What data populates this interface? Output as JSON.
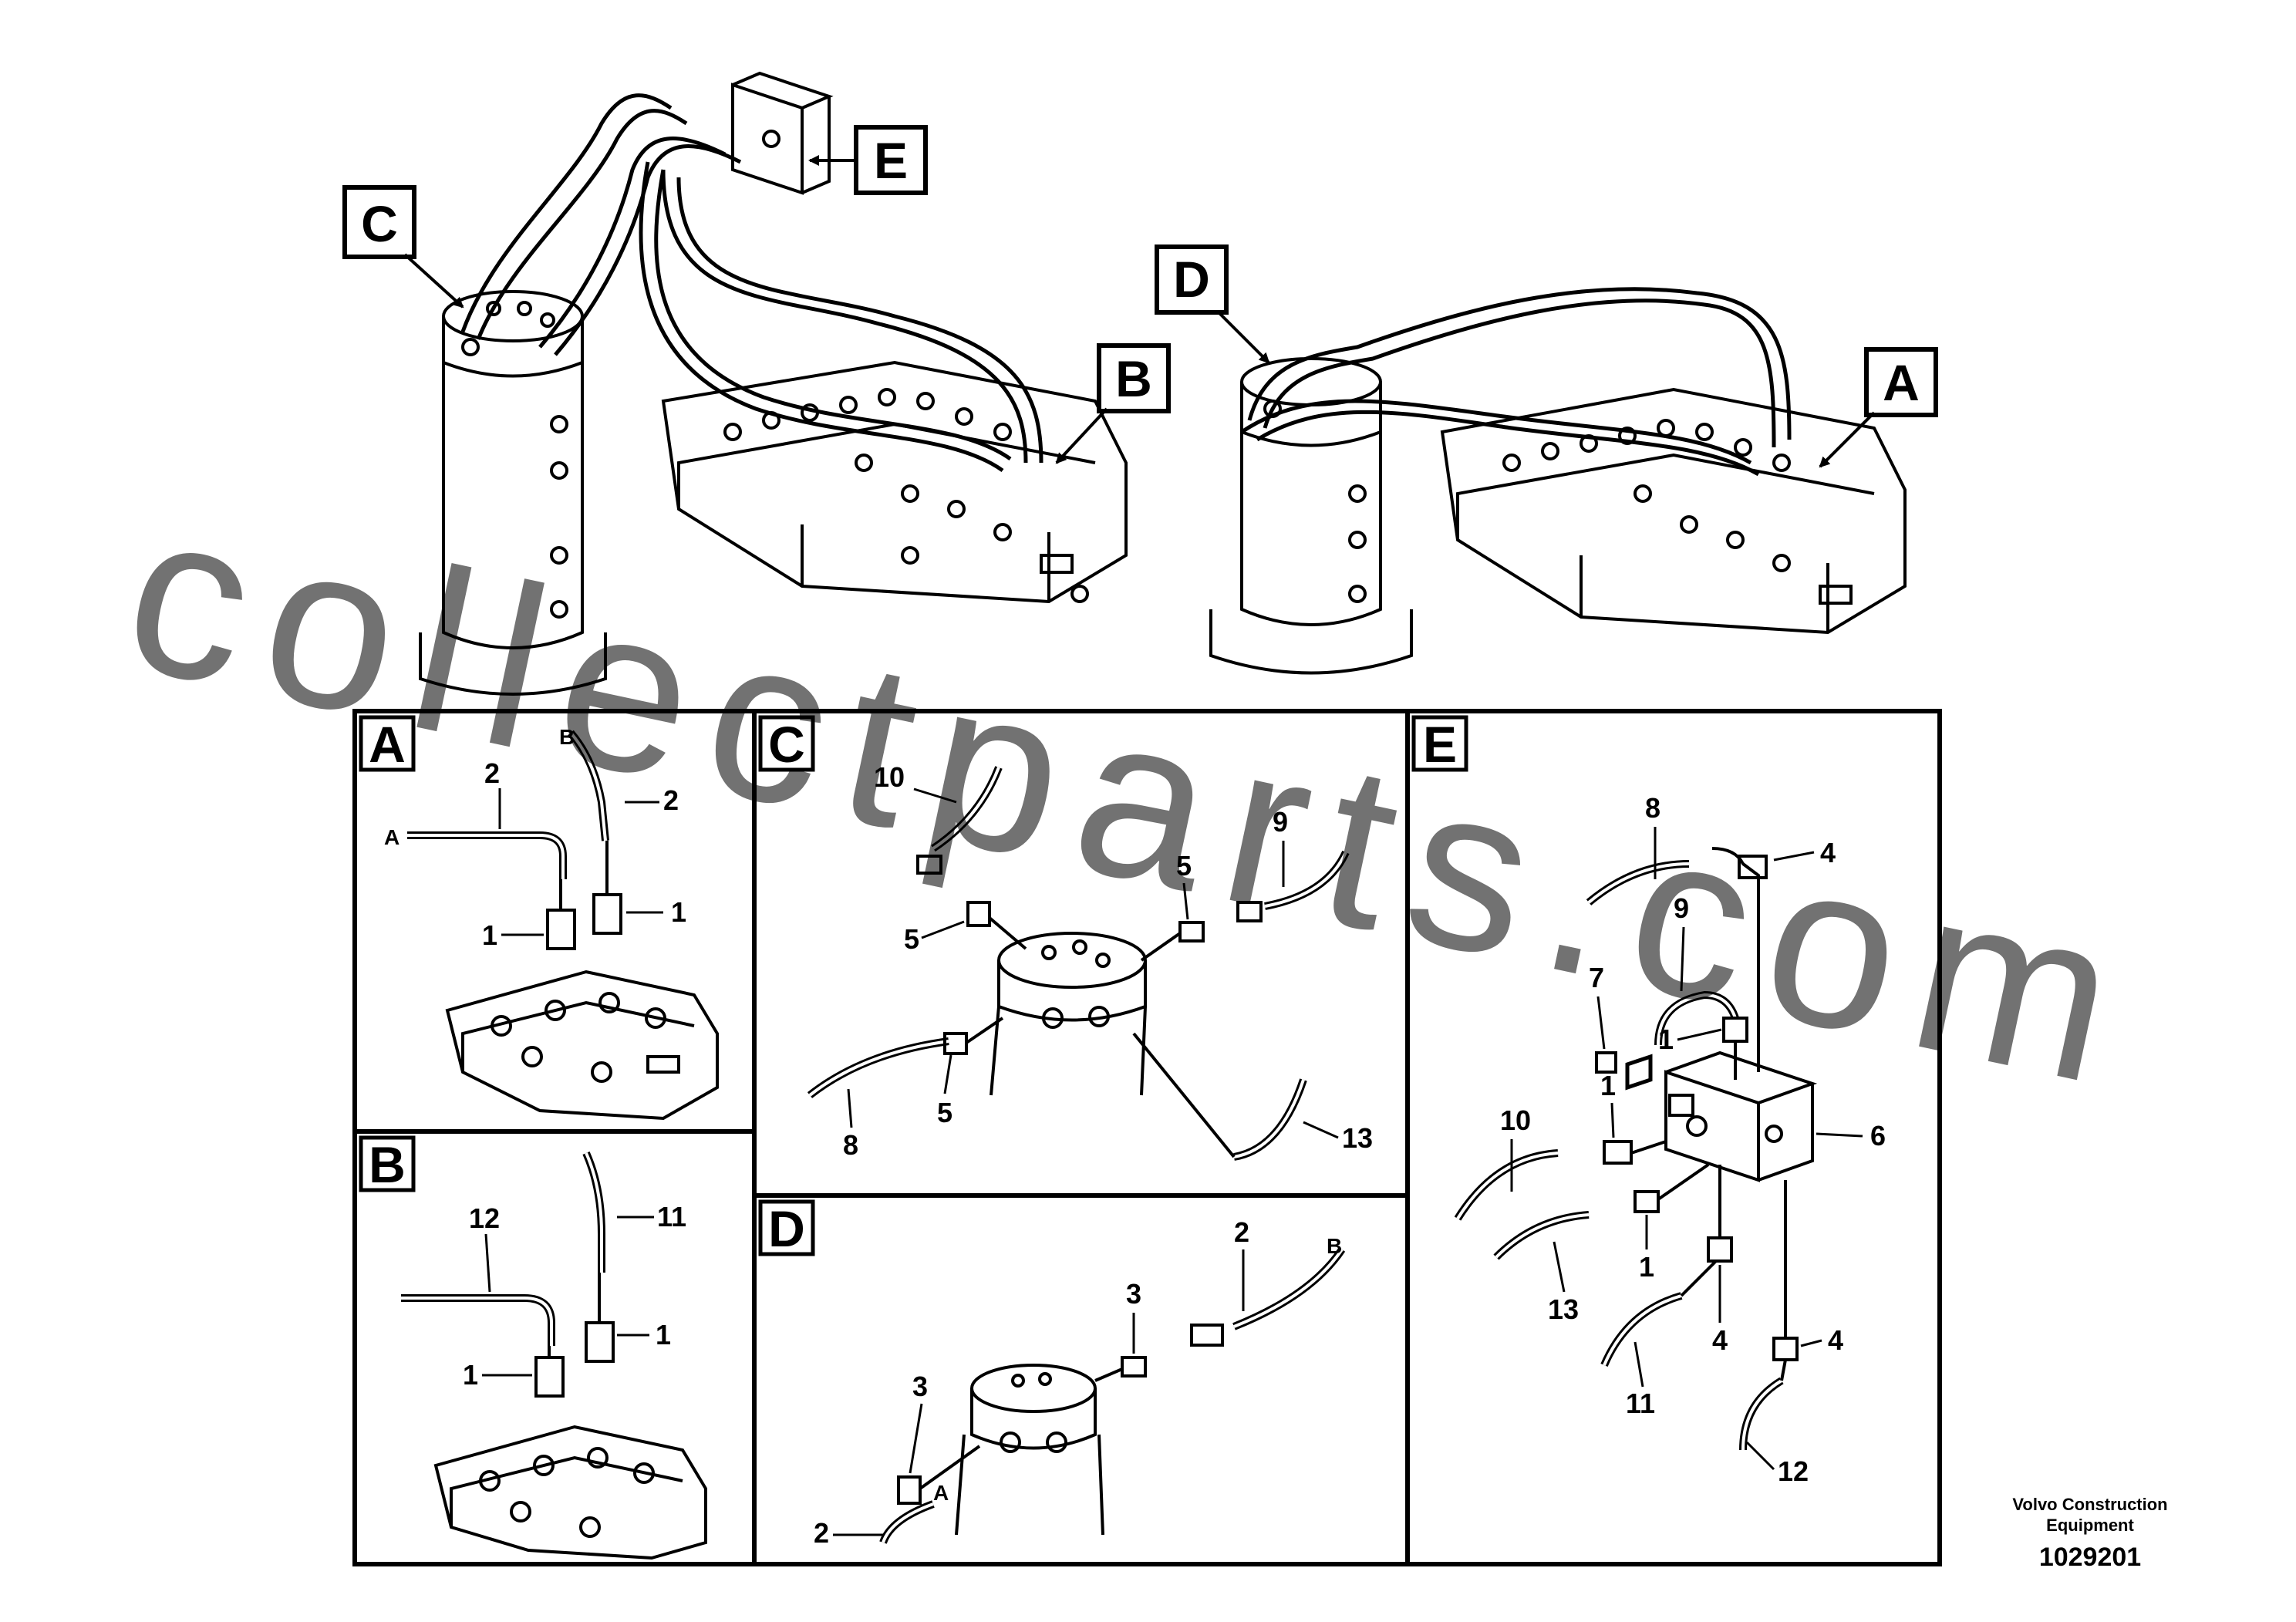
{
  "overview_callouts": {
    "C": "C",
    "E": "E",
    "D": "D",
    "B": "B",
    "A": "A"
  },
  "panels": {
    "A": {
      "title": "A",
      "labels": {
        "b_line": "B",
        "a_line": "A",
        "hose_upper": "2",
        "hose_left": "2",
        "fit_left": "1",
        "fit_right": "1"
      }
    },
    "B": {
      "title": "B",
      "labels": {
        "hose_left": "12",
        "hose_right": "11",
        "fit_left": "1",
        "fit_right": "1"
      }
    },
    "C": {
      "title": "C",
      "labels": {
        "hose_10": "10",
        "hose_9": "9",
        "fit_5a": "5",
        "fit_5b": "5",
        "fit_5c": "5",
        "hose_8": "8",
        "hose_13": "13"
      }
    },
    "D": {
      "title": "D",
      "labels": {
        "hose_2_top": "2",
        "line_b": "B",
        "fit_3_right": "3",
        "fit_3_left": "3",
        "line_a": "A",
        "hose_2_bottom": "2"
      }
    },
    "E": {
      "title": "E",
      "labels": {
        "hose_8": "8",
        "fit_4_top": "4",
        "hose_9": "9",
        "item_7": "7",
        "fit_1_a": "1",
        "fit_1_b": "1",
        "block_6": "6",
        "hose_10": "10",
        "fit_1_c": "1",
        "hose_13": "13",
        "fit_4_mid": "4",
        "fit_4_low": "4",
        "hose_11": "11",
        "hose_12": "12"
      }
    }
  },
  "watermark": "collectparts.com",
  "footer": {
    "brand_line1": "Volvo Construction",
    "brand_line2": "Equipment",
    "drawing_number": "1029201"
  }
}
